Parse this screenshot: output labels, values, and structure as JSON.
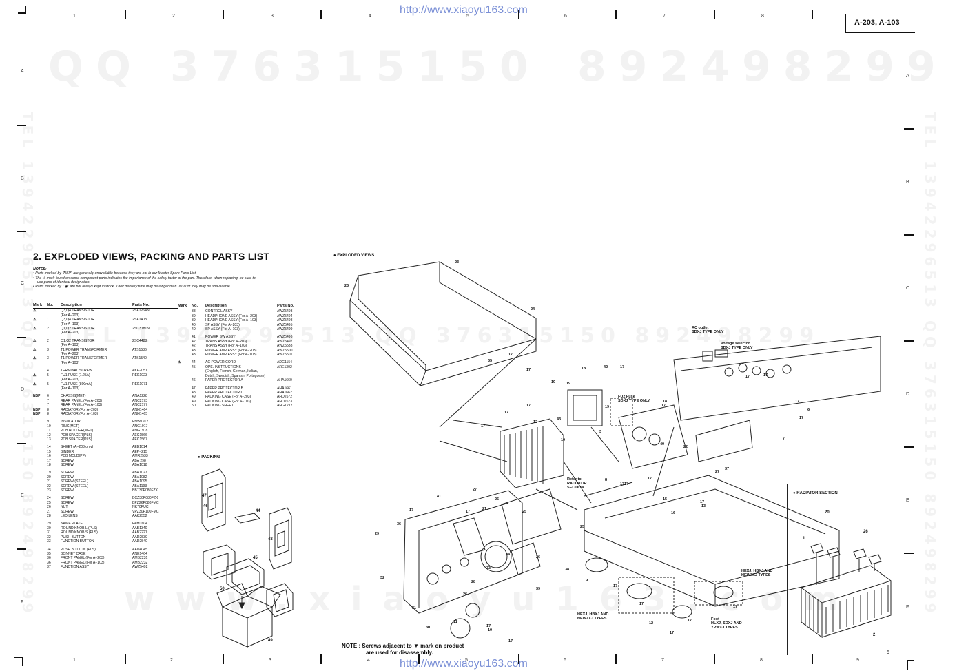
{
  "header": {
    "model": "A-203, A-103"
  },
  "watermarks": {
    "url": "http://www.xiaoyu163.com",
    "qq_left": "QQ 376315150",
    "qq_right": "892498299",
    "mid": "TEL 13942296513   QQ 376315150   892498299",
    "side": "TEL 13942296513 QQ 376315150 892498299",
    "bottom": "www.xiaoyu163.com"
  },
  "grid": {
    "columns_top": [
      "1",
      "2",
      "3",
      "4",
      "5",
      "6",
      "7",
      "8"
    ],
    "columns_bottom": [
      "1",
      "2",
      "3",
      "4",
      "5",
      "6",
      "7",
      "8",
      "9"
    ],
    "rows": [
      "A",
      "B",
      "C",
      "D",
      "E",
      "F"
    ]
  },
  "section_title": "2.  EXPLODED VIEWS, PACKING AND PARTS LIST",
  "notes": [
    "NOTES:",
    "• Parts marked by \"NSP\" are generally unavailable because they are not in our Master Spare Parts List.",
    "• The ⚠ mark found on some component parts indicates the importance of the safety factor of the part. Therefore, when replacing, be sure to",
    "   use parts of identical designation.",
    "• Parts marked by \" ◉\" are not always kept in stock. Their delivery time may be longer than usual or they may be unavailable."
  ],
  "table_headers": {
    "mark": "Mark",
    "no": "No.",
    "desc": "Description",
    "parts": "Parts No."
  },
  "parts_left": [
    {
      "m": "⚠",
      "n": "1",
      "d": "Q3,Q4 TRANSISTOR",
      "p": "2SA1264N"
    },
    {
      "m": "",
      "n": "",
      "d": "(For A−203)",
      "p": ""
    },
    {
      "m": "⚠",
      "n": "1",
      "d": "Q3,Q4 TRANSISTOR",
      "p": "2SA1403"
    },
    {
      "m": "",
      "n": "",
      "d": "(For A−103)",
      "p": ""
    },
    {
      "m": "⚠",
      "n": "2",
      "d": "Q1,Q2 TRANSISTOR",
      "p": "2SC3181N"
    },
    {
      "m": "",
      "n": "",
      "d": "(For A−203)",
      "p": ""
    },
    {
      "m": "",
      "n": "",
      "d": "",
      "p": "",
      "gap": true
    },
    {
      "m": "⚠",
      "n": "2",
      "d": "Q1,Q2 TRANSISTOR",
      "p": "2SC4488"
    },
    {
      "m": "",
      "n": "",
      "d": "(For A−103)",
      "p": ""
    },
    {
      "m": "⚠",
      "n": "3",
      "d": "T1 POWER TRANSFORMER",
      "p": "ATS1536"
    },
    {
      "m": "",
      "n": "",
      "d": "(For A−203)",
      "p": ""
    },
    {
      "m": "⚠",
      "n": "3",
      "d": "T1 POWER TRANSFORMER",
      "p": "ATS1540"
    },
    {
      "m": "",
      "n": "",
      "d": "(For A−103)",
      "p": ""
    },
    {
      "m": "",
      "n": "",
      "d": "",
      "p": "",
      "gap": true
    },
    {
      "m": "",
      "n": "4",
      "d": "TERMINAL SCREW",
      "p": "AKE−051"
    },
    {
      "m": "⚠",
      "n": "5",
      "d": "FU1 FUSE (1.25A)",
      "p": "REK1023"
    },
    {
      "m": "",
      "n": "",
      "d": "(For A−203)",
      "p": ""
    },
    {
      "m": "⚠",
      "n": "5",
      "d": "FU1 FUSE (800mA)",
      "p": "REK1071"
    },
    {
      "m": "",
      "n": "",
      "d": "(For A−103)",
      "p": ""
    },
    {
      "m": "",
      "n": "",
      "d": "",
      "p": "",
      "gap": true
    },
    {
      "m": "NSP",
      "n": "6",
      "d": "CHASSIS(MET)",
      "p": "ANA1228"
    },
    {
      "m": "",
      "n": "7",
      "d": "REAR PANEL (For A−203)",
      "p": "ANC2173"
    },
    {
      "m": "",
      "n": "7",
      "d": "REAR PANEL (For A−103)",
      "p": "ANC2177"
    },
    {
      "m": "NSP",
      "n": "8",
      "d": "RADIATOR (For A−203)",
      "p": "ANH1464"
    },
    {
      "m": "NSP",
      "n": "8",
      "d": "RADIATOR (For A−103)",
      "p": "ANH1465"
    },
    {
      "m": "",
      "n": "",
      "d": "",
      "p": "",
      "gap": true
    },
    {
      "m": "",
      "n": "9",
      "d": "INSULATOR",
      "p": "PNW1912"
    },
    {
      "m": "",
      "n": "10",
      "d": "RING(MET)",
      "p": "ANG1917"
    },
    {
      "m": "",
      "n": "11",
      "d": "PCB HOLDER(MET)",
      "p": "ANG1918"
    },
    {
      "m": "",
      "n": "12",
      "d": "PCB SPACER(PLS)",
      "p": "AEC1566"
    },
    {
      "m": "",
      "n": "13",
      "d": "PCB SPACER(PLS)",
      "p": "AEC1567"
    },
    {
      "m": "",
      "n": "",
      "d": "",
      "p": "",
      "gap": true
    },
    {
      "m": "",
      "n": "14",
      "d": "SHEET (A−203 only)",
      "p": "AEB1014"
    },
    {
      "m": "",
      "n": "15",
      "d": "BINDER",
      "p": "AEP−215"
    },
    {
      "m": "",
      "n": "16",
      "d": "PCB MOLD(PP)",
      "p": "AMR2533"
    },
    {
      "m": "",
      "n": "17",
      "d": "SCREW",
      "p": "ABA 298"
    },
    {
      "m": "",
      "n": "18",
      "d": "SCREW",
      "p": "ABA1018"
    },
    {
      "m": "",
      "n": "",
      "d": "",
      "p": "",
      "gap": true
    },
    {
      "m": "",
      "n": "19",
      "d": "SCREW",
      "p": "ABA1027"
    },
    {
      "m": "",
      "n": "20",
      "d": "SCREW",
      "p": "ABA1082"
    },
    {
      "m": "",
      "n": "21",
      "d": "SCREW (STEEL)",
      "p": "ABA1095"
    },
    {
      "m": "",
      "n": "22",
      "d": "SCREW (STEEL)",
      "p": "ABA1193"
    },
    {
      "m": "",
      "n": "23",
      "d": "SCREW",
      "p": "BBT30P080FZK"
    },
    {
      "m": "",
      "n": "",
      "d": "",
      "p": "",
      "gap": true
    },
    {
      "m": "",
      "n": "24",
      "d": "SCREW",
      "p": "BCZ30P080FZK"
    },
    {
      "m": "",
      "n": "25",
      "d": "SCREW",
      "p": "BPZ26P080FMC"
    },
    {
      "m": "",
      "n": "26",
      "d": "NUT",
      "p": "NK70PUC"
    },
    {
      "m": "",
      "n": "27",
      "d": "SCREW",
      "p": "VPZ30P100FMC"
    },
    {
      "m": "",
      "n": "28",
      "d": "LED LENS",
      "p": "AAK2552"
    },
    {
      "m": "",
      "n": "",
      "d": "",
      "p": "",
      "gap": true
    },
    {
      "m": "",
      "n": "29",
      "d": "NAME PLATE",
      "p": "PAM1604"
    },
    {
      "m": "",
      "n": "30",
      "d": "ROUND KNOB L (PLS)",
      "p": "AAB1340"
    },
    {
      "m": "",
      "n": "31",
      "d": "ROUND KNOB S (PLS)",
      "p": "AAB2221"
    },
    {
      "m": "",
      "n": "32",
      "d": "PUSH BUTTON",
      "p": "AAD2539"
    },
    {
      "m": "",
      "n": "33",
      "d": "FUNCTION BUTTON",
      "p": "AAD2540"
    },
    {
      "m": "",
      "n": "",
      "d": "",
      "p": "",
      "gap": true
    },
    {
      "m": "",
      "n": "34",
      "d": "PUSH BUTTON (PLS)",
      "p": "AAD4045"
    },
    {
      "m": "",
      "n": "35",
      "d": "BONNET CASE",
      "p": "ANE1464"
    },
    {
      "m": "",
      "n": "36",
      "d": "FRONT PANEL (For A−203)",
      "p": "AMB2231"
    },
    {
      "m": "",
      "n": "36",
      "d": "FRONT PANEL (For A−103)",
      "p": "AMB2232"
    },
    {
      "m": "",
      "n": "37",
      "d": "FUNCTION ASSY",
      "p": "AWZ5492"
    }
  ],
  "parts_right": [
    {
      "m": "",
      "n": "38",
      "d": "CONTROL ASSY",
      "p": "AWZ5493"
    },
    {
      "m": "",
      "n": "39",
      "d": "HEADPHONE ASSY (For A−203)",
      "p": "AWZ5494"
    },
    {
      "m": "",
      "n": "39",
      "d": "HEADPHONE ASSY (For A−103)",
      "p": "AWZ5498"
    },
    {
      "m": "",
      "n": "40",
      "d": "SP ASSY (For A−203)",
      "p": "AWZ5495"
    },
    {
      "m": "",
      "n": "40",
      "d": "SP ASSY (For A−103)",
      "p": "AWZ5499"
    },
    {
      "m": "",
      "n": "",
      "d": "",
      "p": "",
      "gap": true
    },
    {
      "m": "",
      "n": "41",
      "d": "POWER SW ASSY",
      "p": "AWZ5496"
    },
    {
      "m": "",
      "n": "42",
      "d": "TRANS ASSY (For A−203)",
      "p": "AWZ5497"
    },
    {
      "m": "",
      "n": "42",
      "d": "TRANS ASSY (For A−103)",
      "p": "AWZ5538"
    },
    {
      "m": "",
      "n": "43",
      "d": "POWER AMP ASSY (For A−203)",
      "p": "AWZ5500"
    },
    {
      "m": "",
      "n": "43",
      "d": "POWER AMP ASSY (For A−103)",
      "p": "AWZ5501"
    },
    {
      "m": "",
      "n": "",
      "d": "",
      "p": "",
      "gap": true
    },
    {
      "m": "⚠",
      "n": "44",
      "d": "AC POWER CORD",
      "p": "ADG1154"
    },
    {
      "m": "",
      "n": "45",
      "d": "OPE. INSTRUCTIONS",
      "p": "ARE1302"
    },
    {
      "m": "",
      "n": "",
      "d": "(English, French, German, Italian,",
      "p": ""
    },
    {
      "m": "",
      "n": "",
      "d": " Dutch, Swedish, Spanish, Portuguese)",
      "p": ""
    },
    {
      "m": "",
      "n": "46",
      "d": "PAPER PROTECTOR A",
      "p": "AHA1660"
    },
    {
      "m": "",
      "n": "",
      "d": "",
      "p": "",
      "gap": true
    },
    {
      "m": "",
      "n": "47",
      "d": "PAPER PROTECTOR B",
      "p": "AHA1661"
    },
    {
      "m": "",
      "n": "48",
      "d": "PAPER PROTECTOR C",
      "p": "AHA1662"
    },
    {
      "m": "",
      "n": "49",
      "d": "PACKING CASE (For A−203)",
      "p": "AHD2672"
    },
    {
      "m": "",
      "n": "49",
      "d": "PACKING CASE (For A−103)",
      "p": "AHD2673"
    },
    {
      "m": "",
      "n": "50",
      "d": "PACKING SHEET",
      "p": "AHG1212"
    }
  ],
  "packing": {
    "label": "● PACKING",
    "callouts": [
      "47",
      "46",
      "44",
      "48",
      "45",
      "50",
      "49"
    ]
  },
  "exploded": {
    "label": "● EXPLODED VIEWS",
    "ac_outlet": "AC outlet",
    "sdxj_only_1": "SDXJ TYPE ONLY",
    "voltage_selector": "Voltage selector",
    "sdxj_only_2": "SDXJ TYPE ONLY",
    "fu2_fuse": "FU2 Fuse",
    "sdxj_only_3": "SDXJ TYPE ONLY",
    "refer_to": "Refer to",
    "radiator_ref": "RADIATOR",
    "section_ref": "SECTION",
    "hexj_1": "HEXJ, HBXJ AND",
    "hewzxj_1": "HEWZXJ TYPES",
    "hexj_2": "HEXJ, HBXJ AND",
    "hewzxj_2": "HEWZXJ TYPES",
    "foot": "Foot",
    "hlxj": "HLXJ, SDXJ AND",
    "ypwxj": "YPWXJ TYPES",
    "callouts": [
      "23",
      "23",
      "24",
      "35",
      "17",
      "17",
      "42",
      "17",
      "19",
      "19",
      "18",
      "19",
      "43",
      "3",
      "17",
      "17",
      "17",
      "17",
      "17",
      "18",
      "17",
      "6",
      "7",
      "17",
      "12",
      "19",
      "17",
      "27",
      "22",
      "40",
      "37",
      "17",
      "17",
      "15",
      "16",
      "13",
      "41",
      "27",
      "21",
      "17",
      "17",
      "25",
      "25",
      "25",
      "36",
      "29",
      "32",
      "31",
      "34",
      "33",
      "28",
      "38",
      "39",
      "26",
      "26",
      "9",
      "11",
      "10",
      "30",
      "17",
      "17",
      "17",
      "12",
      "17",
      "17",
      "17",
      "17",
      "8",
      "17",
      "17",
      "17"
    ]
  },
  "radiator": {
    "label": "● RADIATOR SECTION",
    "callouts": [
      "20",
      "26",
      "1",
      "2"
    ]
  },
  "note": {
    "lead": "NOTE :",
    "line1": "Screws adjacent to ▼ mark on product",
    "line2": "are used for disassembly."
  },
  "page_mark": "5"
}
